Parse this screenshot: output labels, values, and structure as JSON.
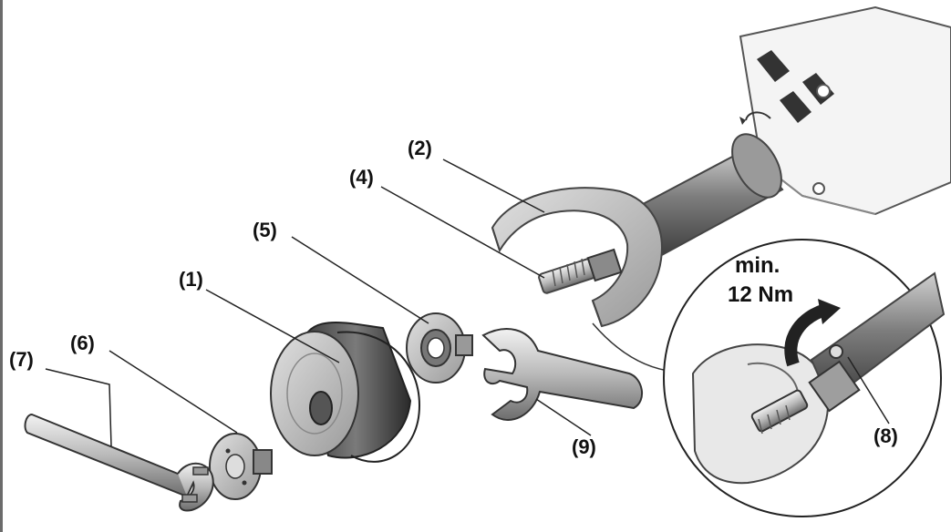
{
  "labels": {
    "l1": "(1)",
    "l2": "(2)",
    "l4": "(4)",
    "l5": "(5)",
    "l6": "(6)",
    "l7": "(7)",
    "l8": "(8)",
    "l9": "(9)"
  },
  "torque": {
    "line1": "min.",
    "line2": "12 Nm"
  }
}
